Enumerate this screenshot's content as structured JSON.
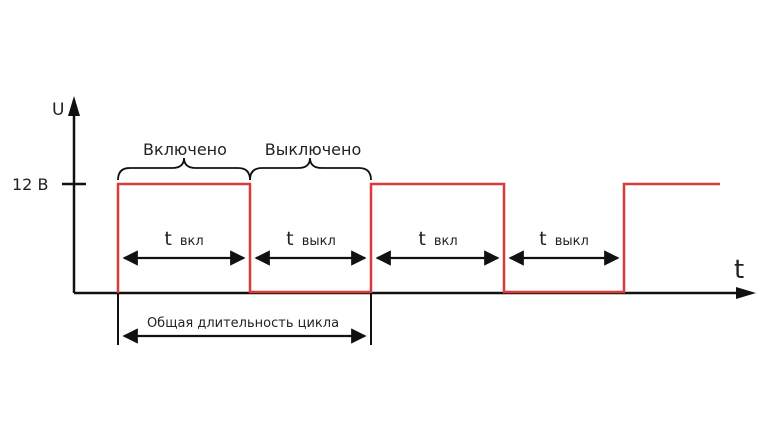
{
  "axes": {
    "y_label": "U",
    "x_label": "t",
    "level_label": "12 В"
  },
  "brace_labels": {
    "on": "Включено",
    "off": "Выключено"
  },
  "interval_labels": [
    {
      "main": "t",
      "sub": "вкл"
    },
    {
      "main": "t",
      "sub": "выкл"
    },
    {
      "main": "t",
      "sub": "вкл"
    },
    {
      "main": "t",
      "sub": "выкл"
    }
  ],
  "cycle_label": "Общая длительность цикла",
  "colors": {
    "signal": "#d93a3a",
    "axis": "#111111",
    "text": "#222222"
  }
}
